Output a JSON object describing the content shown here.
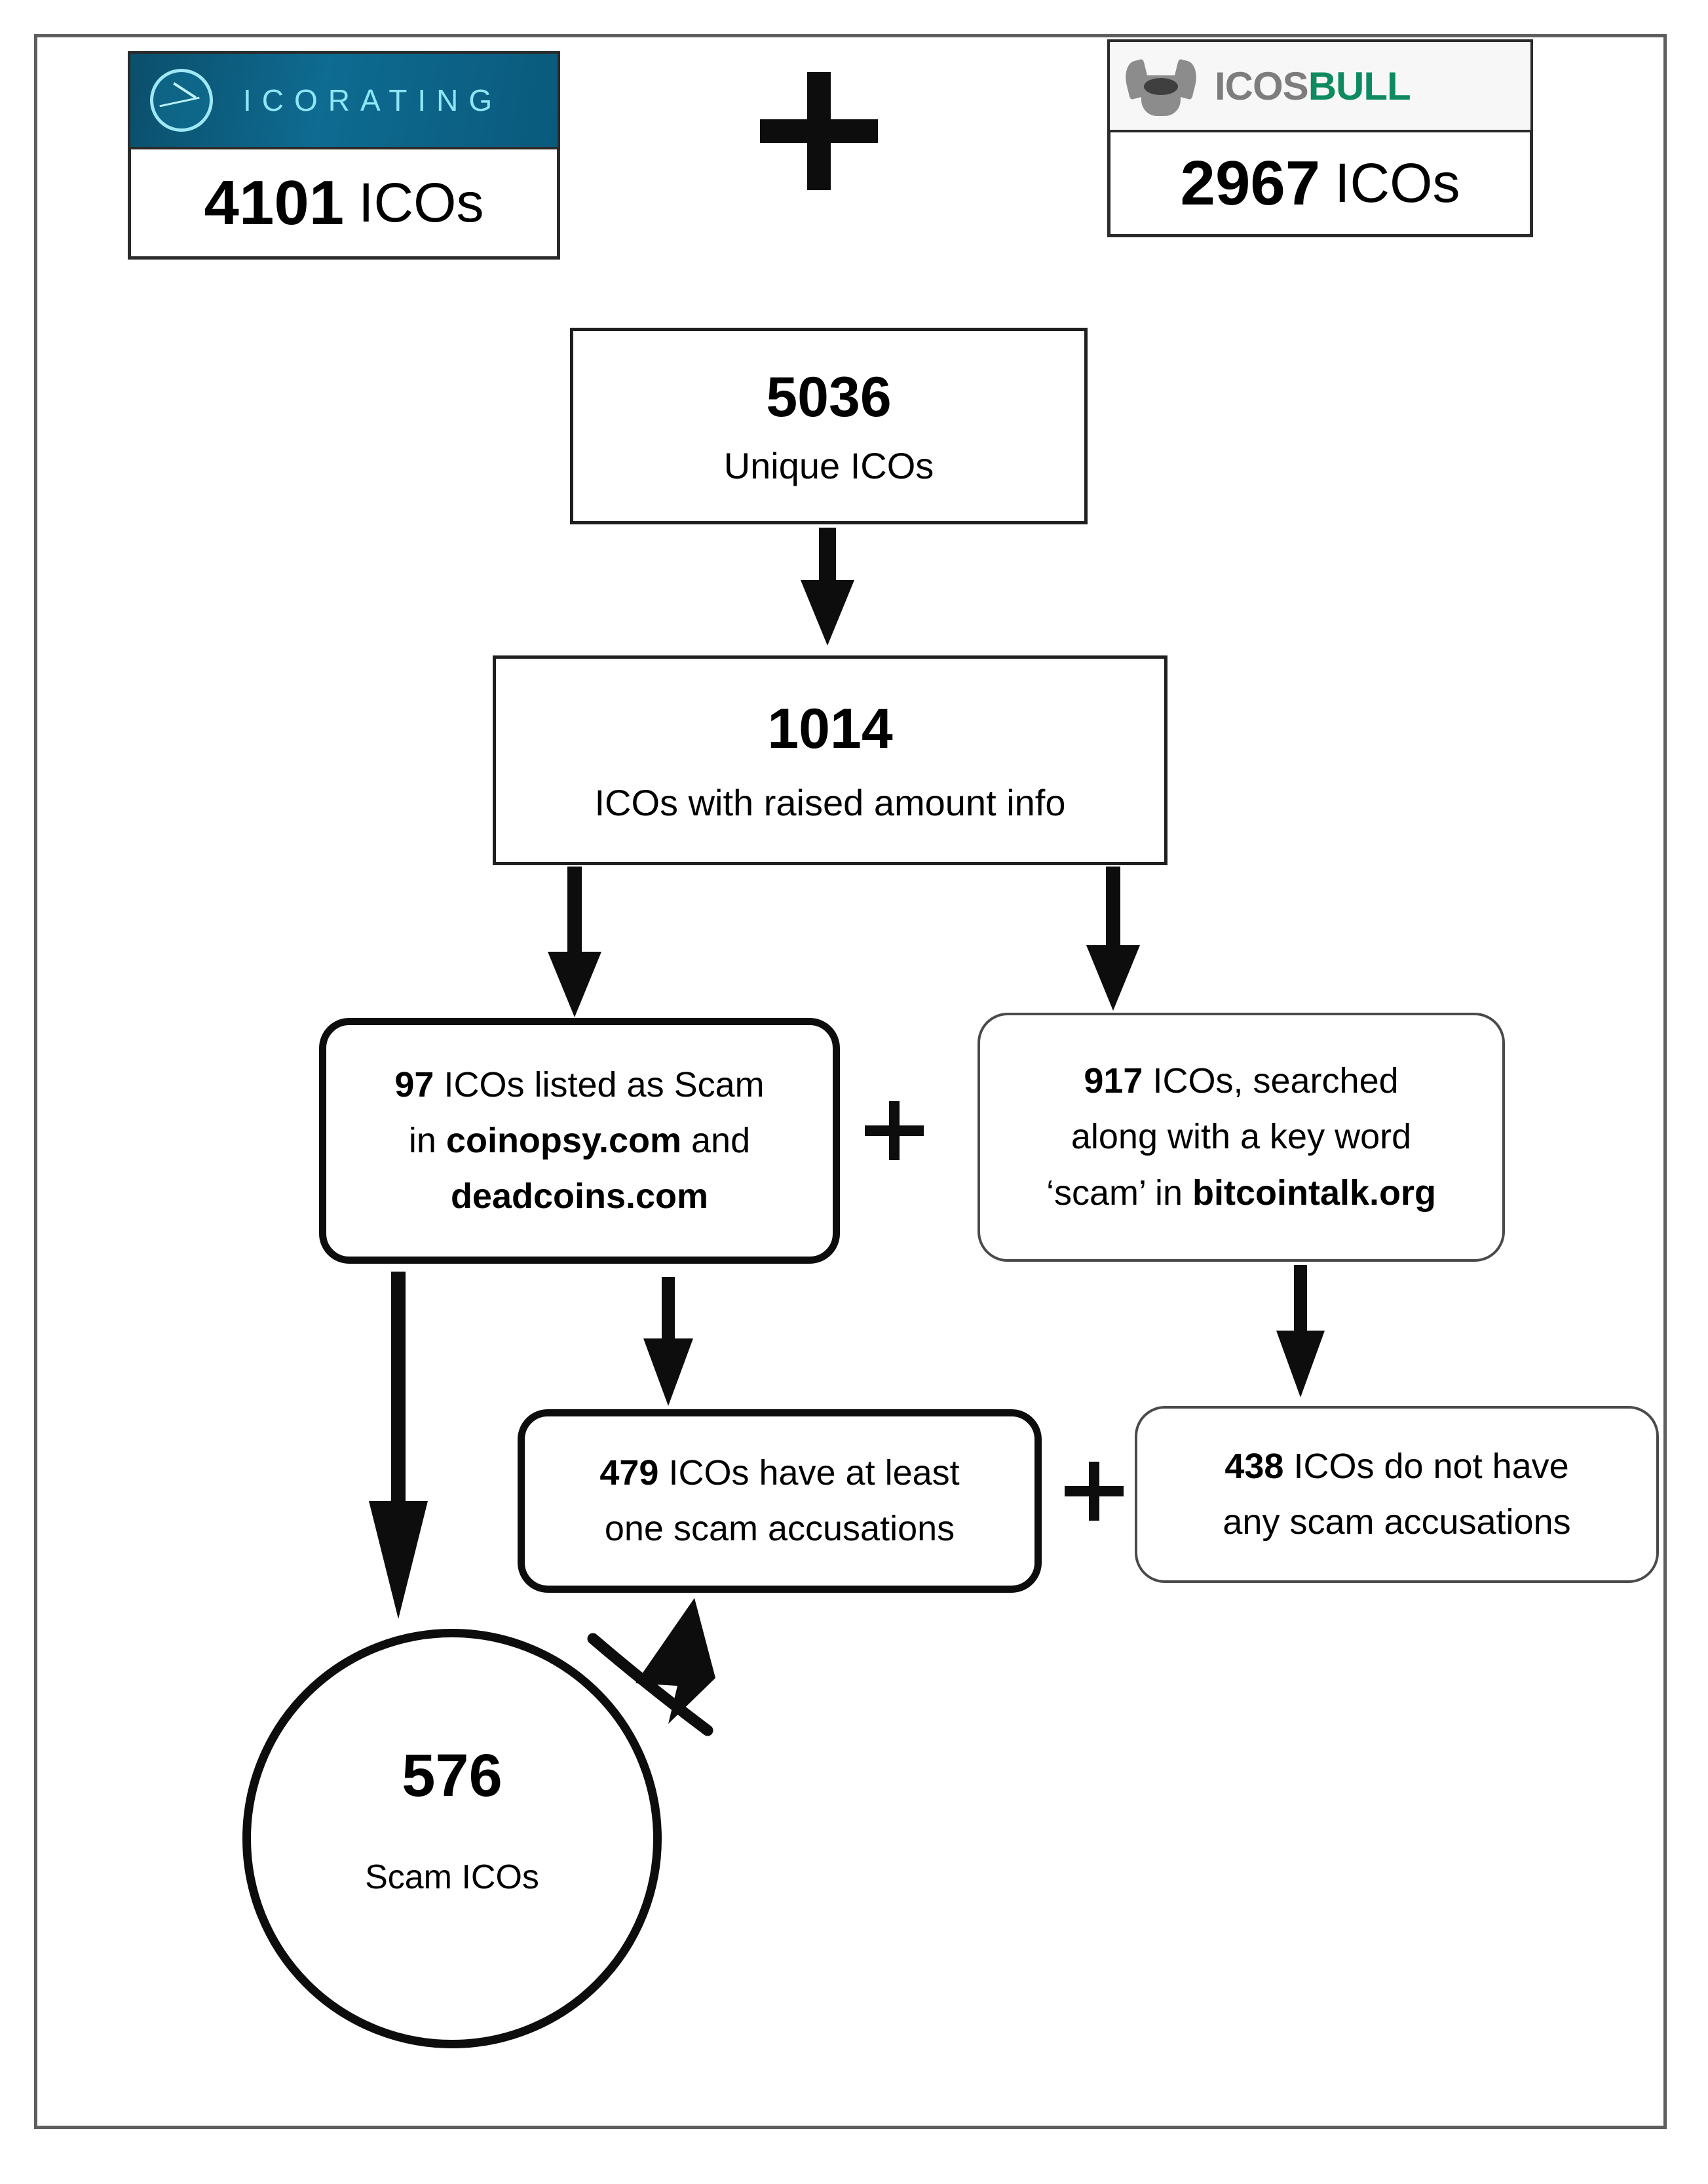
{
  "diagram": {
    "title": "ICO scam dataset construction flowchart",
    "sources": [
      {
        "id": "icorating",
        "logo_text": "ICORATING",
        "logo_icon": "ico-chart-circle-icon",
        "count": "4101",
        "unit": "ICOs",
        "logo_bg_color": "#0e6b91",
        "logo_text_color": "#8fe6f7"
      },
      {
        "id": "icosbull",
        "logo_text_part1": "ICOS",
        "logo_text_part2": "BULL",
        "logo_icon": "bull-head-icon",
        "count": "2967",
        "unit": "ICOs",
        "logo_part1_color": "#7d7d7d",
        "logo_part2_color": "#0e8a5f"
      }
    ],
    "operators": {
      "plus_top": "+",
      "plus_mid": "+",
      "plus_low": "+"
    },
    "nodes": {
      "unique": {
        "value": "5036",
        "label": "Unique ICOs"
      },
      "raised": {
        "value": "1014",
        "label": "ICOs with raised amount  info"
      },
      "scam_listed": {
        "line1_num": "97",
        "line1_rest": "ICOs listed as Scam",
        "line2_pre": "in ",
        "line2_bold": "coinopsy.com",
        "line2_post": " and",
        "line3_bold": "deadcoins.com"
      },
      "searched": {
        "line1_num": "917",
        "line1_rest": "ICOs, searched",
        "line2": "along with a key word",
        "line3_pre": "‘scam’ in ",
        "line3_bold": "bitcointalk.org"
      },
      "at_least_one": {
        "line1_num": "479",
        "line1_rest": "ICOs have at least",
        "line2": "one scam accusations"
      },
      "no_accusations": {
        "line1_num": "438",
        "line1_rest": "ICOs do not have",
        "line2": "any scam accusations"
      },
      "result": {
        "value": "576",
        "label": "Scam ICOs"
      }
    }
  },
  "chart_data": {
    "type": "diagram",
    "title": "ICO scam dataset construction flowchart",
    "nodes": [
      {
        "id": "icorating",
        "label": "ICORATING",
        "value": 4101,
        "unit": "ICOs"
      },
      {
        "id": "icosbull",
        "label": "ICOSBULL",
        "value": 2967,
        "unit": "ICOs"
      },
      {
        "id": "unique",
        "label": "Unique ICOs",
        "value": 5036
      },
      {
        "id": "raised",
        "label": "ICOs with raised amount info",
        "value": 1014
      },
      {
        "id": "scam_listed",
        "label": "ICOs listed as Scam in coinopsy.com and deadcoins.com",
        "value": 97
      },
      {
        "id": "searched",
        "label": "ICOs, searched along with a key word 'scam' in bitcointalk.org",
        "value": 917
      },
      {
        "id": "at_least_one",
        "label": "ICOs have at least one scam accusations",
        "value": 479
      },
      {
        "id": "no_accusations",
        "label": "ICOs do not have any scam accusations",
        "value": 438
      },
      {
        "id": "result",
        "label": "Scam ICOs",
        "value": 576
      }
    ],
    "edges": [
      {
        "from": "icorating",
        "to": "unique",
        "op": "+"
      },
      {
        "from": "icosbull",
        "to": "unique",
        "op": "+"
      },
      {
        "from": "unique",
        "to": "raised"
      },
      {
        "from": "raised",
        "to": "scam_listed"
      },
      {
        "from": "raised",
        "to": "searched"
      },
      {
        "from": "scam_listed",
        "to": "result"
      },
      {
        "from": "scam_listed",
        "to": "at_least_one"
      },
      {
        "from": "searched",
        "to": "no_accusations"
      },
      {
        "from": "at_least_one",
        "to": "result"
      }
    ]
  }
}
